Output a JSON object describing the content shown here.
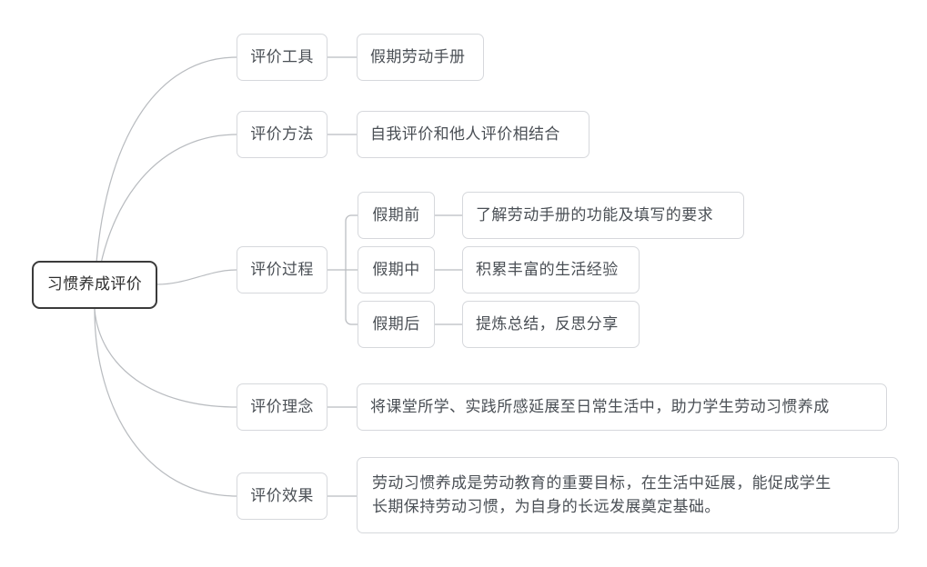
{
  "diagram": {
    "type": "mind-map",
    "title": "习惯养成评价",
    "background": "#ffffff",
    "node_border_color": "#d6d8dc",
    "root_border_color": "#3a3a3a",
    "text_color": "#4a4f55",
    "edge_color": "#b9bcc0"
  },
  "root": {
    "label": "习惯养成评价"
  },
  "branches": [
    {
      "label": "评价工具",
      "children": [
        {
          "label": "假期劳动手册"
        }
      ]
    },
    {
      "label": "评价方法",
      "children": [
        {
          "label": "自我评价和他人评价相结合"
        }
      ]
    },
    {
      "label": "评价过程",
      "children": [
        {
          "label": "假期前",
          "detail": "了解劳动手册的功能及填写的要求"
        },
        {
          "label": "假期中",
          "detail": "积累丰富的生活经验"
        },
        {
          "label": "假期后",
          "detail": "提炼总结，反思分享"
        }
      ]
    },
    {
      "label": "评价理念",
      "children": [
        {
          "label": "将课堂所学、实践所感延展至日常生活中，助力学生劳动习惯养成"
        }
      ]
    },
    {
      "label": "评价效果",
      "children": [
        {
          "label": "劳动习惯养成是劳动教育的重要目标，在生活中延展，能促成学生\n长期保持劳动习惯，为自身的长远发展奠定基础。"
        }
      ]
    }
  ]
}
